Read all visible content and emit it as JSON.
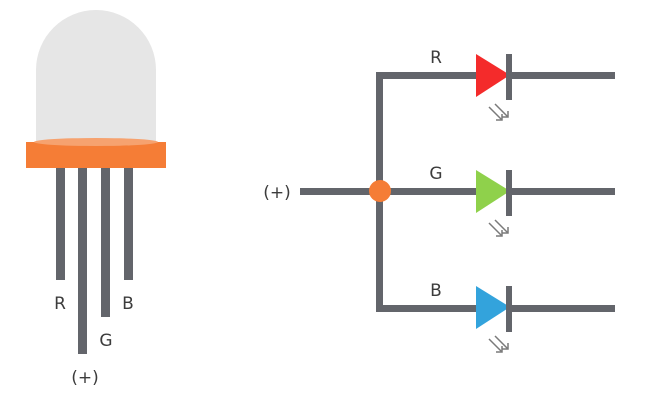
{
  "colors": {
    "wire": "#63656b",
    "lead": "#63656b",
    "body": "#e6e6e6",
    "rim": "#f57d36",
    "rim_top": "#f6a26f",
    "junction": "#f57d36",
    "red": "#f42b2b",
    "green": "#8fd14b",
    "blue": "#33a3dc",
    "arrow": "#7a7a7a",
    "text": "#3c3c3c"
  },
  "led_component": {
    "lead_labels": {
      "r": "R",
      "g": "G",
      "b": "B",
      "common": "(+)"
    }
  },
  "schematic": {
    "input_label": "(+)",
    "branches": [
      {
        "label": "R",
        "color_key": "red"
      },
      {
        "label": "G",
        "color_key": "green"
      },
      {
        "label": "B",
        "color_key": "blue"
      }
    ]
  },
  "icons": {
    "emission": "light-emission-arrows-icon",
    "diode": "diode-symbol-icon"
  }
}
